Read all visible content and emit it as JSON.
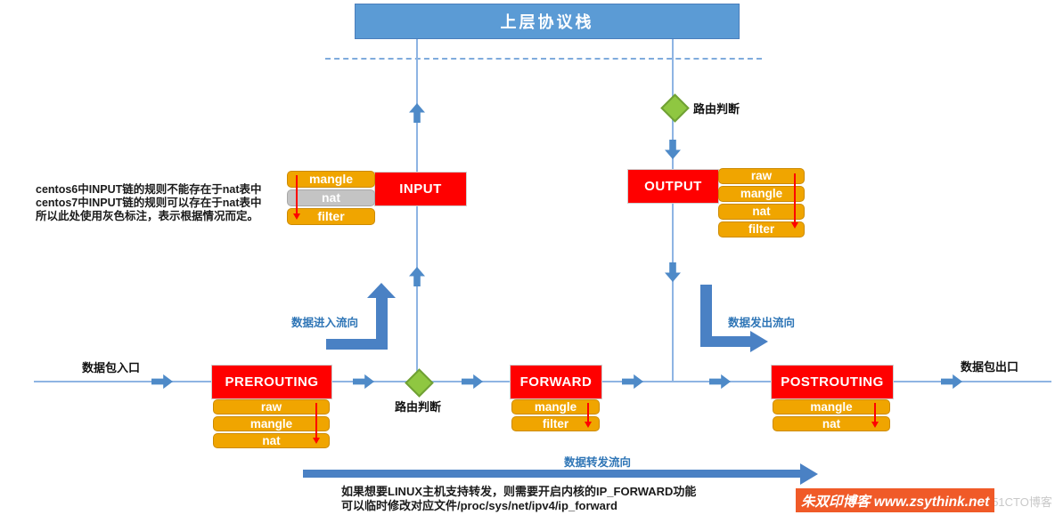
{
  "banner": {
    "title": "上层协议栈"
  },
  "labels": {
    "routing_decision_top": "路由判断",
    "routing_decision_mid": "路由判断",
    "packet_in": "数据包入口",
    "packet_out": "数据包出口",
    "flow_in": "数据进入流向",
    "flow_out": "数据发出流向",
    "flow_forward": "数据转发流向"
  },
  "note": {
    "line1": "centos6中INPUT链的规则不能存在于nat表中",
    "line2": "centos7中INPUT链的规则可以存在于nat表中",
    "line3": "所以此处使用灰色标注，表示根据情况而定。"
  },
  "bottom_note": {
    "line1": "如果想要LINUX主机支持转发，则需要开启内核的IP_FORWARD功能",
    "line2": "可以临时修改对应文件/proc/sys/net/ipv4/ip_forward"
  },
  "chains": {
    "input": {
      "label": "INPUT",
      "tables": [
        {
          "name": "mangle"
        },
        {
          "name": "nat",
          "variant": "gray"
        },
        {
          "name": "filter"
        }
      ]
    },
    "output": {
      "label": "OUTPUT",
      "tables": [
        {
          "name": "raw"
        },
        {
          "name": "mangle"
        },
        {
          "name": "nat"
        },
        {
          "name": "filter"
        }
      ]
    },
    "prerouting": {
      "label": "PREROUTING",
      "tables": [
        {
          "name": "raw"
        },
        {
          "name": "mangle"
        },
        {
          "name": "nat"
        }
      ]
    },
    "forward": {
      "label": "FORWARD",
      "tables": [
        {
          "name": "mangle"
        },
        {
          "name": "filter"
        }
      ]
    },
    "postrouting": {
      "label": "POSTROUTING",
      "tables": [
        {
          "name": "mangle"
        },
        {
          "name": "nat"
        }
      ]
    }
  },
  "watermark": {
    "site": "朱双印博客 www.zsythink.net",
    "faint": "@51CTO博客"
  },
  "colors": {
    "banner_blue": "#5B9BD5",
    "chain_red": "#FF0000",
    "table_orange": "#F0A500",
    "table_gray": "#C4C4C4",
    "line_blue": "#8EB4E3",
    "arrow_blue": "#4E8AC8",
    "thick_arrow_blue": "#4A81C4",
    "flow_label_blue": "#2E75B6",
    "diamond_green": "#8FC741",
    "watermark_orange": "#F05A28",
    "order_arrow_red": "#FF0000"
  }
}
